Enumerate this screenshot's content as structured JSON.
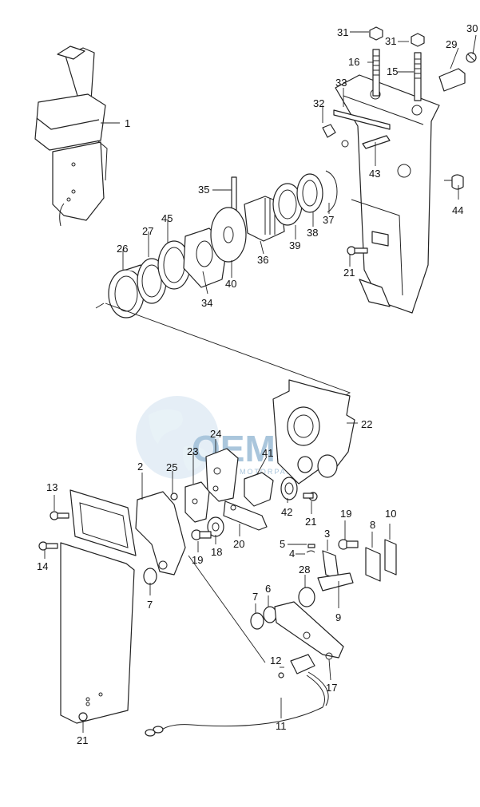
{
  "watermark": {
    "brand": "OEM",
    "sub": "MOTORPARTS"
  },
  "callouts": [
    {
      "key": "c1",
      "label": "1"
    },
    {
      "key": "c2",
      "label": "2"
    },
    {
      "key": "c3",
      "label": "3"
    },
    {
      "key": "c4",
      "label": "4"
    },
    {
      "key": "c5",
      "label": "5"
    },
    {
      "key": "c6",
      "label": "6"
    },
    {
      "key": "c7a",
      "label": "7"
    },
    {
      "key": "c7b",
      "label": "7"
    },
    {
      "key": "c8",
      "label": "8"
    },
    {
      "key": "c9",
      "label": "9"
    },
    {
      "key": "c10",
      "label": "10"
    },
    {
      "key": "c11",
      "label": "11"
    },
    {
      "key": "c12",
      "label": "12"
    },
    {
      "key": "c13",
      "label": "13"
    },
    {
      "key": "c14",
      "label": "14"
    },
    {
      "key": "c15",
      "label": "15"
    },
    {
      "key": "c16",
      "label": "16"
    },
    {
      "key": "c17",
      "label": "17"
    },
    {
      "key": "c18",
      "label": "18"
    },
    {
      "key": "c19a",
      "label": "19"
    },
    {
      "key": "c19b",
      "label": "19"
    },
    {
      "key": "c20",
      "label": "20"
    },
    {
      "key": "c21a",
      "label": "21"
    },
    {
      "key": "c21b",
      "label": "21"
    },
    {
      "key": "c21c",
      "label": "21"
    },
    {
      "key": "c22",
      "label": "22"
    },
    {
      "key": "c23",
      "label": "23"
    },
    {
      "key": "c24",
      "label": "24"
    },
    {
      "key": "c25",
      "label": "25"
    },
    {
      "key": "c26",
      "label": "26"
    },
    {
      "key": "c27",
      "label": "27"
    },
    {
      "key": "c28",
      "label": "28"
    },
    {
      "key": "c29",
      "label": "29"
    },
    {
      "key": "c30",
      "label": "30"
    },
    {
      "key": "c31a",
      "label": "31"
    },
    {
      "key": "c31b",
      "label": "31"
    },
    {
      "key": "c32",
      "label": "32"
    },
    {
      "key": "c33",
      "label": "33"
    },
    {
      "key": "c34",
      "label": "34"
    },
    {
      "key": "c35",
      "label": "35"
    },
    {
      "key": "c36",
      "label": "36"
    },
    {
      "key": "c37",
      "label": "37"
    },
    {
      "key": "c38",
      "label": "38"
    },
    {
      "key": "c39",
      "label": "39"
    },
    {
      "key": "c40",
      "label": "40"
    },
    {
      "key": "c41",
      "label": "41"
    },
    {
      "key": "c42",
      "label": "42"
    },
    {
      "key": "c43",
      "label": "43"
    },
    {
      "key": "c44",
      "label": "44"
    },
    {
      "key": "c45",
      "label": "45"
    }
  ]
}
